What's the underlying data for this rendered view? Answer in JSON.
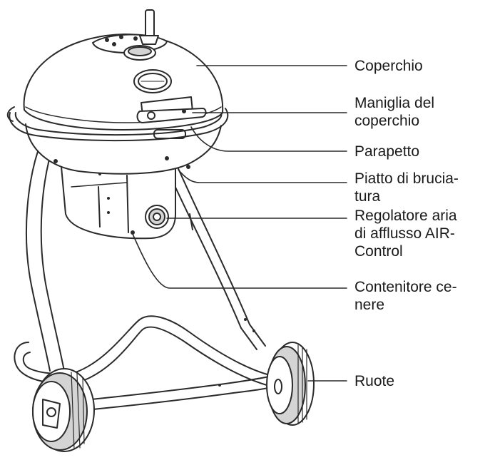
{
  "labels": {
    "coperchio": [
      "Coperchio"
    ],
    "maniglia": [
      "Maniglia del",
      "coperchio"
    ],
    "parapetto": [
      "Parapetto"
    ],
    "piatto": [
      "Piatto di brucia-",
      "tura"
    ],
    "regolatore": [
      "Regolatore aria",
      "di afflusso AIR-",
      "Control"
    ],
    "contenitore": [
      "Contenitore ce-",
      "nere"
    ],
    "ruote": [
      "Ruote"
    ]
  },
  "colors": {
    "line": "#2a2a2a",
    "text": "#1a1a1a",
    "shade": "#d4d4d4",
    "fill": "#ffffff"
  }
}
